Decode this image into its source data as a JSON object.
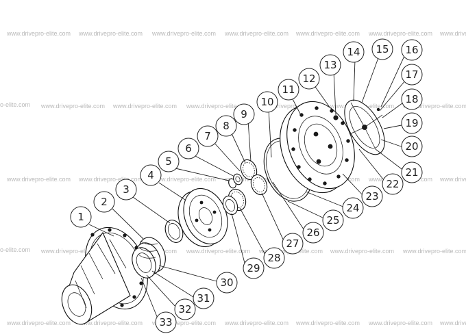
{
  "watermark": {
    "text": "www.drivepro-elite.com",
    "partial_left": "o-elite.com",
    "partial_right": "www.drive"
  },
  "callouts": [
    "1",
    "2",
    "3",
    "4",
    "5",
    "6",
    "7",
    "8",
    "9",
    "10",
    "11",
    "12",
    "13",
    "14",
    "15",
    "16",
    "17",
    "18",
    "19",
    "20",
    "21",
    "22",
    "23",
    "24",
    "25",
    "26",
    "27",
    "28",
    "29",
    "30",
    "31",
    "32",
    "33"
  ]
}
